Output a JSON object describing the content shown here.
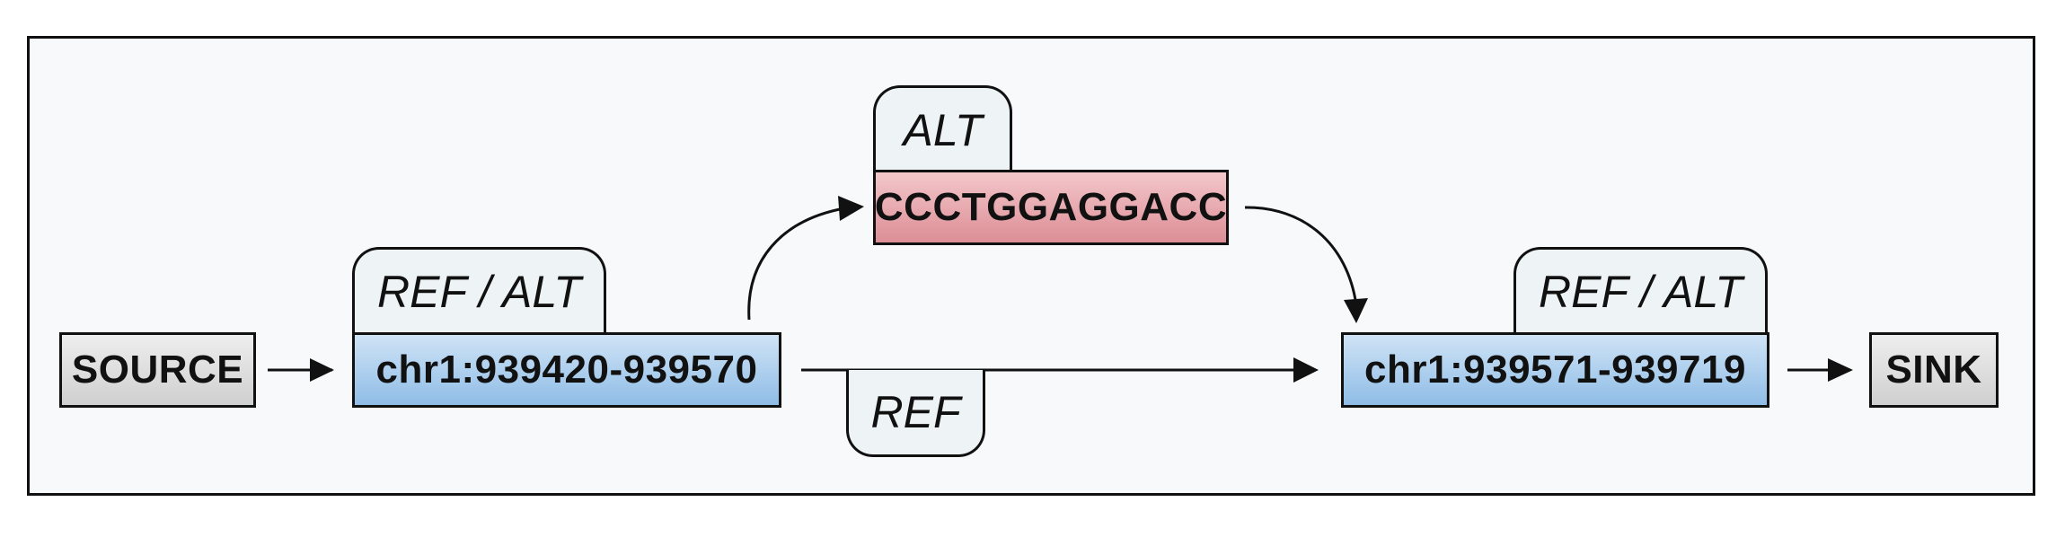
{
  "nodes": {
    "source": "SOURCE",
    "segment_1": "chr1:939420-939570",
    "alt_sequence": "CCCTGGAGGACC",
    "segment_2": "chr1:939571-939719",
    "sink": "SINK"
  },
  "tags": {
    "segment_1": "REF / ALT",
    "alt_sequence": "ALT",
    "ref_edge": "REF",
    "segment_2": "REF / ALT"
  },
  "colors": {
    "terminal_fill": "#d9d9d9",
    "segment_fill": "#a9cdee",
    "alt_fill": "#e6a4aa",
    "tag_fill": "#eef3f6",
    "frame_fill": "#f8f9fa"
  }
}
